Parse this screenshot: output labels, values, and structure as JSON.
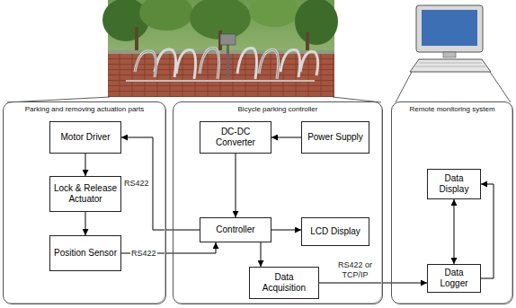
{
  "diagram": {
    "nodes": [
      {
        "text": [
          "Parking and removing actuation parts"
        ]
      },
      {
        "text": [
          "Motor Driver"
        ],
        "in": 0
      },
      {
        "text": [
          "Lock & Release Actuator"
        ],
        "in": 0
      },
      {
        "text": [
          "Position Sensor"
        ],
        "in": 0
      },
      {
        "text": [
          "Bicycle parking controller"
        ]
      },
      {
        "text": [
          "DC-DC Converter"
        ],
        "in": 4
      },
      {
        "text": [
          "Power Supply"
        ],
        "in": 4
      },
      {
        "text": [
          "Controller"
        ],
        "in": 4
      },
      {
        "text": [
          "LCD Display"
        ],
        "in": 4
      },
      {
        "text": [
          "Data Acquisition"
        ],
        "in": 4
      },
      {
        "text": [
          "Remote monitoring system"
        ]
      },
      {
        "text": [
          "Data Display"
        ],
        "in": 10
      },
      {
        "text": [
          "Data Logger"
        ],
        "in": 10
      }
    ],
    "edges": [
      {
        "from": 7,
        "to": 1,
        "label": "RS422",
        "arrow": "to"
      },
      {
        "from": 1,
        "to": 2,
        "arrow": "to"
      },
      {
        "from": 2,
        "to": 3,
        "arrow": "to"
      },
      {
        "from": 3,
        "to": 7,
        "label": "RS422",
        "arrow": "to"
      },
      {
        "from": 6,
        "to": 5,
        "arrow": "to"
      },
      {
        "from": 5,
        "to": 7,
        "arrow": "to"
      },
      {
        "from": 7,
        "to": 8,
        "arrow": "to"
      },
      {
        "from": 7,
        "to": 9,
        "arrow": "to"
      },
      {
        "from": 9,
        "to": 12,
        "label": "RS422 or TCP/IP",
        "arrow": "to"
      },
      {
        "from": 12,
        "to": 11,
        "arrow": "both"
      },
      {
        "from": 12,
        "to": 11,
        "arrow": "to"
      }
    ]
  }
}
